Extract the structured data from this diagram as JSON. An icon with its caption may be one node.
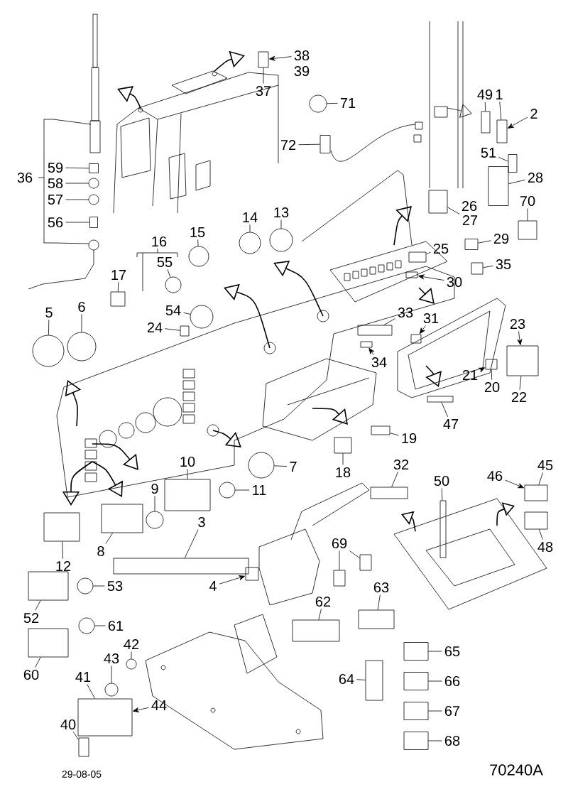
{
  "diagram": {
    "nodes": [
      {
        "text": [
          "38"
        ]
      },
      {
        "text": [
          "37"
        ]
      },
      {
        "text": [
          "71"
        ]
      },
      {
        "text": [
          "72"
        ]
      },
      {
        "text": [
          "49"
        ]
      },
      {
        "text": [
          "1"
        ]
      },
      {
        "text": [
          "2"
        ]
      },
      {
        "text": [
          "51"
        ]
      },
      {
        "text": [
          "28"
        ]
      },
      {
        "text": [
          "59"
        ]
      },
      {
        "text": [
          "58"
        ]
      },
      {
        "text": [
          "57"
        ]
      },
      {
        "text": [
          "56"
        ]
      },
      {
        "text": [
          "27"
        ]
      },
      {
        "text": [
          "70"
        ]
      },
      {
        "text": [
          "15"
        ]
      },
      {
        "text": [
          "14"
        ]
      },
      {
        "text": [
          "13"
        ]
      },
      {
        "text": [
          "29"
        ]
      },
      {
        "text": [
          "55"
        ]
      },
      {
        "text": [
          "17"
        ]
      },
      {
        "text": [
          "25"
        ]
      },
      {
        "text": [
          "35"
        ]
      },
      {
        "text": [
          "30"
        ]
      },
      {
        "text": [
          "54"
        ]
      },
      {
        "text": [
          "24"
        ]
      },
      {
        "text": [
          "33"
        ]
      },
      {
        "text": [
          "31"
        ]
      },
      {
        "text": [
          "5"
        ]
      },
      {
        "text": [
          "6"
        ]
      },
      {
        "text": [
          "23"
        ]
      },
      {
        "text": [
          "34"
        ]
      },
      {
        "text": [
          "21"
        ]
      },
      {
        "text": [
          "20"
        ]
      },
      {
        "text": [
          "22"
        ]
      },
      {
        "text": [
          "47"
        ]
      },
      {
        "text": [
          "19"
        ]
      },
      {
        "text": [
          "7"
        ]
      },
      {
        "text": [
          "18"
        ]
      },
      {
        "text": [
          "32"
        ]
      },
      {
        "text": [
          "10"
        ]
      },
      {
        "text": [
          "9"
        ]
      },
      {
        "text": [
          "11"
        ]
      },
      {
        "text": [
          "50"
        ]
      },
      {
        "text": [
          "46"
        ]
      },
      {
        "text": [
          "45"
        ]
      },
      {
        "text": [
          "48"
        ]
      },
      {
        "text": [
          "3"
        ]
      },
      {
        "text": [
          "12"
        ]
      },
      {
        "text": [
          "8"
        ]
      },
      {
        "text": [
          "69"
        ]
      },
      {
        "text": [
          "4"
        ]
      },
      {
        "text": [
          "53"
        ]
      },
      {
        "text": [
          "63"
        ]
      },
      {
        "text": [
          "52"
        ]
      },
      {
        "text": [
          "62"
        ]
      },
      {
        "text": [
          "61"
        ]
      },
      {
        "text": [
          "42"
        ]
      },
      {
        "text": [
          "43"
        ]
      },
      {
        "text": [
          "65"
        ]
      },
      {
        "text": [
          "60"
        ]
      },
      {
        "text": [
          "64"
        ]
      },
      {
        "text": [
          "66"
        ]
      },
      {
        "text": [
          "41"
        ]
      },
      {
        "text": [
          "44"
        ]
      },
      {
        "text": [
          "67"
        ]
      },
      {
        "text": [
          "40"
        ]
      },
      {
        "text": [
          "68"
        ]
      },
      {
        "text": [],
        "shape": "box"
      },
      {
        "text": [],
        "shape": "circle"
      },
      {
        "text": [],
        "shape": "box"
      },
      {
        "text": [],
        "shape": "box"
      },
      {
        "text": [],
        "shape": "box"
      },
      {
        "text": [],
        "shape": "box"
      },
      {
        "text": [],
        "shape": "box"
      },
      {
        "text": [],
        "shape": "box"
      },
      {
        "text": [],
        "shape": "circle"
      },
      {
        "text": [],
        "shape": "circle"
      },
      {
        "text": [],
        "shape": "box"
      },
      {
        "text": [],
        "shape": "box"
      },
      {
        "text": [],
        "shape": "box"
      },
      {
        "text": [],
        "shape": "circle"
      },
      {
        "text": [],
        "shape": "circle"
      },
      {
        "text": [],
        "shape": "circle"
      },
      {
        "text": [],
        "shape": "box"
      },
      {
        "text": [],
        "shape": "circle"
      },
      {
        "text": [],
        "shape": "box"
      },
      {
        "text": [],
        "shape": "box"
      },
      {
        "text": [],
        "shape": "box"
      },
      {
        "text": [],
        "shape": "box"
      },
      {
        "text": [],
        "shape": "circle"
      },
      {
        "text": [],
        "shape": "box"
      },
      {
        "text": [],
        "shape": "box"
      },
      {
        "text": [],
        "shape": "box"
      },
      {
        "text": [],
        "shape": "circle"
      },
      {
        "text": [],
        "shape": "circle"
      },
      {
        "text": [],
        "shape": "box"
      },
      {
        "text": [],
        "shape": "box"
      },
      {
        "text": [],
        "shape": "box"
      },
      {
        "text": [],
        "shape": "box"
      },
      {
        "text": [],
        "shape": "box"
      },
      {
        "text": [],
        "shape": "circle"
      },
      {
        "text": [],
        "shape": "box"
      },
      {
        "text": [],
        "shape": "box"
      },
      {
        "text": [],
        "shape": "box"
      },
      {
        "text": [],
        "shape": "circle"
      },
      {
        "text": [],
        "shape": "circle"
      },
      {
        "text": [],
        "shape": "box"
      },
      {
        "text": [],
        "shape": "box"
      },
      {
        "text": [],
        "shape": "box"
      },
      {
        "text": [],
        "shape": "box"
      },
      {
        "text": [],
        "shape": "box"
      },
      {
        "text": [],
        "shape": "box"
      },
      {
        "text": [],
        "shape": "box"
      },
      {
        "text": [],
        "shape": "box"
      },
      {
        "text": [],
        "shape": "box"
      },
      {
        "text": [],
        "shape": "circle"
      },
      {
        "text": [],
        "shape": "box"
      },
      {
        "text": [],
        "shape": "box"
      },
      {
        "text": [],
        "shape": "box"
      },
      {
        "text": [],
        "shape": "circle"
      },
      {
        "text": [],
        "shape": "circle"
      },
      {
        "text": [],
        "shape": "circle"
      },
      {
        "text": [],
        "shape": "box"
      },
      {
        "text": [],
        "shape": "box"
      },
      {
        "text": [],
        "shape": "box"
      },
      {
        "text": [],
        "shape": "box"
      },
      {
        "text": [],
        "shape": "box"
      },
      {
        "text": [],
        "shape": "box"
      },
      {
        "text": [],
        "shape": "box"
      },
      {
        "text": [],
        "shape": "box"
      }
    ],
    "edges": [
      {
        "from": 0,
        "to": 68,
        "arrow": "to"
      },
      {
        "from": 1,
        "to": 68,
        "arrow": "none"
      },
      {
        "from": 2,
        "to": 69,
        "arrow": "none"
      },
      {
        "from": 3,
        "to": 70,
        "arrow": "none"
      },
      {
        "from": 4,
        "to": 71,
        "arrow": "none"
      },
      {
        "from": 5,
        "to": 72,
        "arrow": "none"
      },
      {
        "from": 6,
        "to": 72,
        "arrow": "to"
      },
      {
        "from": 7,
        "to": 73,
        "arrow": "none"
      },
      {
        "from": 8,
        "to": 74,
        "arrow": "none"
      },
      {
        "from": 9,
        "to": 75,
        "arrow": "none"
      },
      {
        "from": 10,
        "to": 76,
        "arrow": "none"
      },
      {
        "from": 11,
        "to": 77,
        "arrow": "none"
      },
      {
        "from": 12,
        "to": 78,
        "arrow": "none"
      },
      {
        "from": 13,
        "to": 79,
        "arrow": "none"
      },
      {
        "from": 14,
        "to": 80,
        "arrow": "none"
      },
      {
        "from": 15,
        "to": 81,
        "arrow": "none"
      },
      {
        "from": 16,
        "to": 82,
        "arrow": "none"
      },
      {
        "from": 17,
        "to": 83,
        "arrow": "none"
      },
      {
        "from": 18,
        "to": 84,
        "arrow": "none"
      },
      {
        "from": 19,
        "to": 85,
        "arrow": "none"
      },
      {
        "from": 20,
        "to": 86,
        "arrow": "none"
      },
      {
        "from": 21,
        "to": 87,
        "arrow": "none"
      },
      {
        "from": 22,
        "to": 88,
        "arrow": "none"
      },
      {
        "from": 23,
        "to": 89,
        "arrow": "to"
      },
      {
        "from": 24,
        "to": 90,
        "arrow": "none"
      },
      {
        "from": 25,
        "to": 91,
        "arrow": "none"
      },
      {
        "from": 26,
        "to": 92,
        "arrow": "none"
      },
      {
        "from": 27,
        "to": 93,
        "arrow": "to"
      },
      {
        "from": 28,
        "to": 94,
        "arrow": "none"
      },
      {
        "from": 29,
        "to": 95,
        "arrow": "none"
      },
      {
        "from": 30,
        "to": 96,
        "arrow": "to"
      },
      {
        "from": 31,
        "to": 97,
        "arrow": "to"
      },
      {
        "from": 32,
        "to": 98,
        "arrow": "to"
      },
      {
        "from": 33,
        "to": 98,
        "arrow": "none"
      },
      {
        "from": 34,
        "to": 96,
        "arrow": "none"
      },
      {
        "from": 35,
        "to": 99,
        "arrow": "none"
      },
      {
        "from": 36,
        "to": 100,
        "arrow": "none"
      },
      {
        "from": 37,
        "to": 101,
        "arrow": "none"
      },
      {
        "from": 38,
        "to": 102,
        "arrow": "none"
      },
      {
        "from": 39,
        "to": 103,
        "arrow": "none"
      },
      {
        "from": 40,
        "to": 104,
        "arrow": "none"
      },
      {
        "from": 41,
        "to": 105,
        "arrow": "none"
      },
      {
        "from": 42,
        "to": 106,
        "arrow": "none"
      },
      {
        "from": 43,
        "to": 107,
        "arrow": "none"
      },
      {
        "from": 44,
        "to": 108,
        "arrow": "to"
      },
      {
        "from": 45,
        "to": 108,
        "arrow": "none"
      },
      {
        "from": 46,
        "to": 109,
        "arrow": "none"
      },
      {
        "from": 47,
        "to": 110,
        "arrow": "none"
      },
      {
        "from": 48,
        "to": 111,
        "arrow": "none"
      },
      {
        "from": 49,
        "to": 112,
        "arrow": "none"
      },
      {
        "from": 50,
        "to": 113,
        "arrow": "none"
      },
      {
        "from": 50,
        "to": 114,
        "arrow": "none"
      },
      {
        "from": 51,
        "to": 115,
        "arrow": "to"
      },
      {
        "from": 52,
        "to": 116,
        "arrow": "none"
      },
      {
        "from": 53,
        "to": 117,
        "arrow": "none"
      },
      {
        "from": 54,
        "to": 118,
        "arrow": "none"
      },
      {
        "from": 55,
        "to": 119,
        "arrow": "none"
      },
      {
        "from": 56,
        "to": 120,
        "arrow": "none"
      },
      {
        "from": 57,
        "to": 121,
        "arrow": "none"
      },
      {
        "from": 58,
        "to": 122,
        "arrow": "none"
      },
      {
        "from": 59,
        "to": 123,
        "arrow": "none"
      },
      {
        "from": 60,
        "to": 124,
        "arrow": "none"
      },
      {
        "from": 61,
        "to": 125,
        "arrow": "none"
      },
      {
        "from": 62,
        "to": 126,
        "arrow": "none"
      },
      {
        "from": 63,
        "to": 127,
        "arrow": "none"
      },
      {
        "from": 64,
        "to": 127,
        "arrow": "to"
      },
      {
        "from": 65,
        "to": 128,
        "arrow": "none"
      },
      {
        "from": 66,
        "to": 129,
        "arrow": "none"
      },
      {
        "from": 67,
        "to": 130,
        "arrow": "none"
      }
    ],
    "labels": [
      "39",
      "36",
      "16",
      "26",
      "29-08-05",
      "70240A"
    ]
  }
}
